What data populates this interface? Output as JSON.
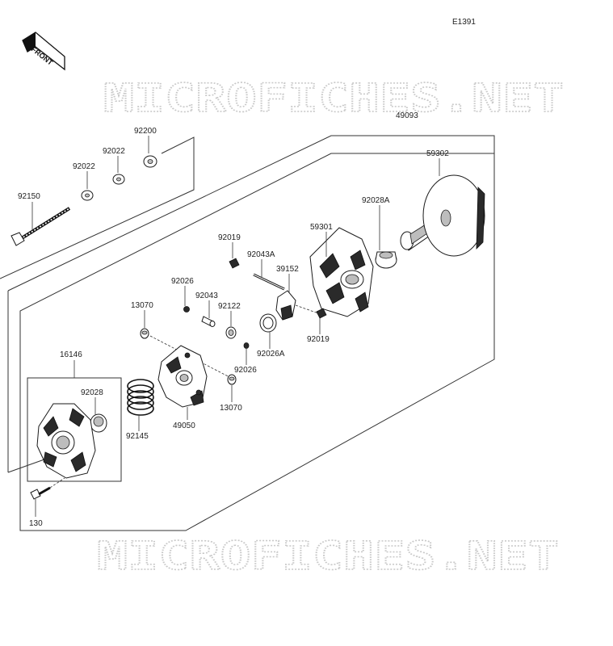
{
  "diagram_code": "E1391",
  "front_label": "FRONT",
  "watermark": "MICROFICHES.NET",
  "parts": {
    "p49093": "49093",
    "p59302": "59302",
    "p92200": "92200",
    "p92022a": "92022",
    "p92022b": "92022",
    "p92150": "92150",
    "p92028A": "92028A",
    "p92019a": "92019",
    "p59301": "59301",
    "p92043A": "92043A",
    "p39152": "39152",
    "p92026a": "92026",
    "p92043": "92043",
    "p92122": "92122",
    "p13070a": "13070",
    "p92026A": "92026A",
    "p92019b": "92019",
    "p16146": "16146",
    "p92026b": "92026",
    "p92028": "92028",
    "p13070b": "13070",
    "p49050": "49050",
    "p92145": "92145",
    "p130": "130"
  },
  "colors": {
    "line": "#1a1a1a",
    "watermark": "#c8c8c8",
    "fill_shade": "#bdbdbd"
  }
}
